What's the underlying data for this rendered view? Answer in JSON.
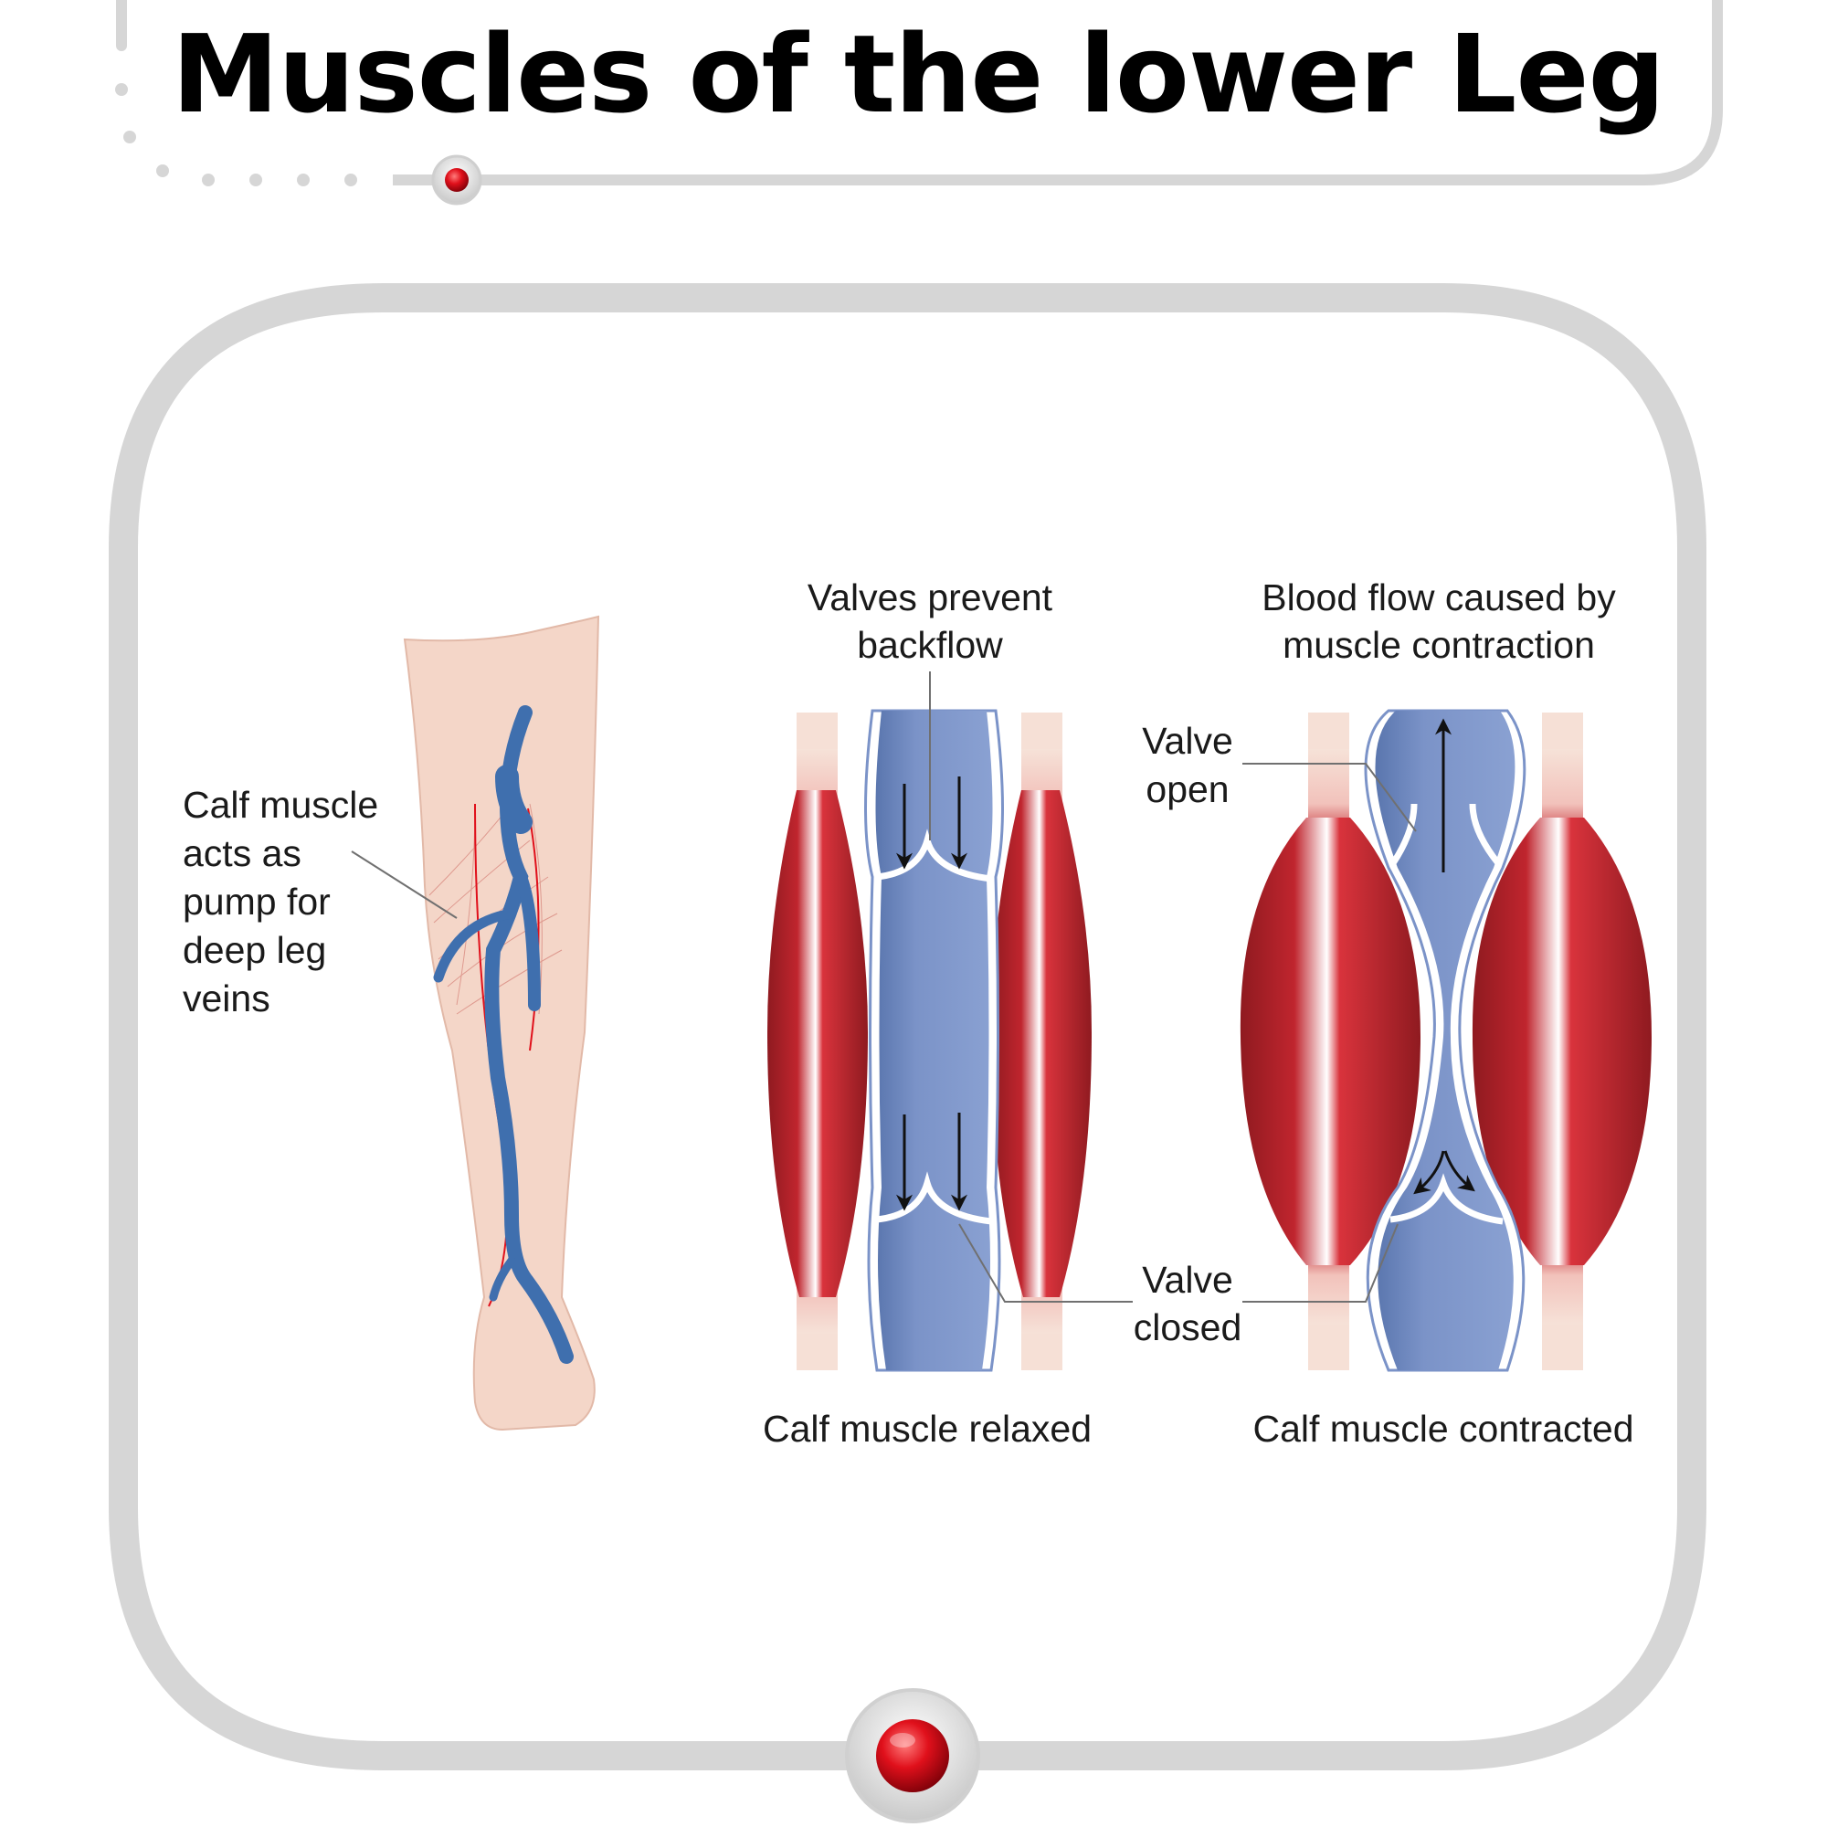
{
  "title": "Muscles of the lower Leg",
  "labels": {
    "calf_pump": [
      "Calf muscle",
      "acts as",
      "pump for",
      "deep leg",
      "veins"
    ],
    "valves_prevent": [
      "Valves prevent",
      "backflow"
    ],
    "blood_flow": [
      "Blood flow caused by",
      "muscle contraction"
    ],
    "valve_open": [
      "Valve",
      "open"
    ],
    "valve_closed": [
      "Valve",
      "closed"
    ],
    "relaxed_caption": "Calf muscle relaxed",
    "contracted_caption": "Calf muscle contracted"
  },
  "colors": {
    "frame": "#d6d6d6",
    "muscle": "#c0252e",
    "muscle_dark": "#8f1a20",
    "vein": "#7b93c8",
    "vein_dark": "#5a76ae",
    "skin": "#f4d6c8",
    "tendon": "#f6e0d6",
    "leg_vein": "#3f6fae",
    "accent_red": "#e0101b"
  }
}
